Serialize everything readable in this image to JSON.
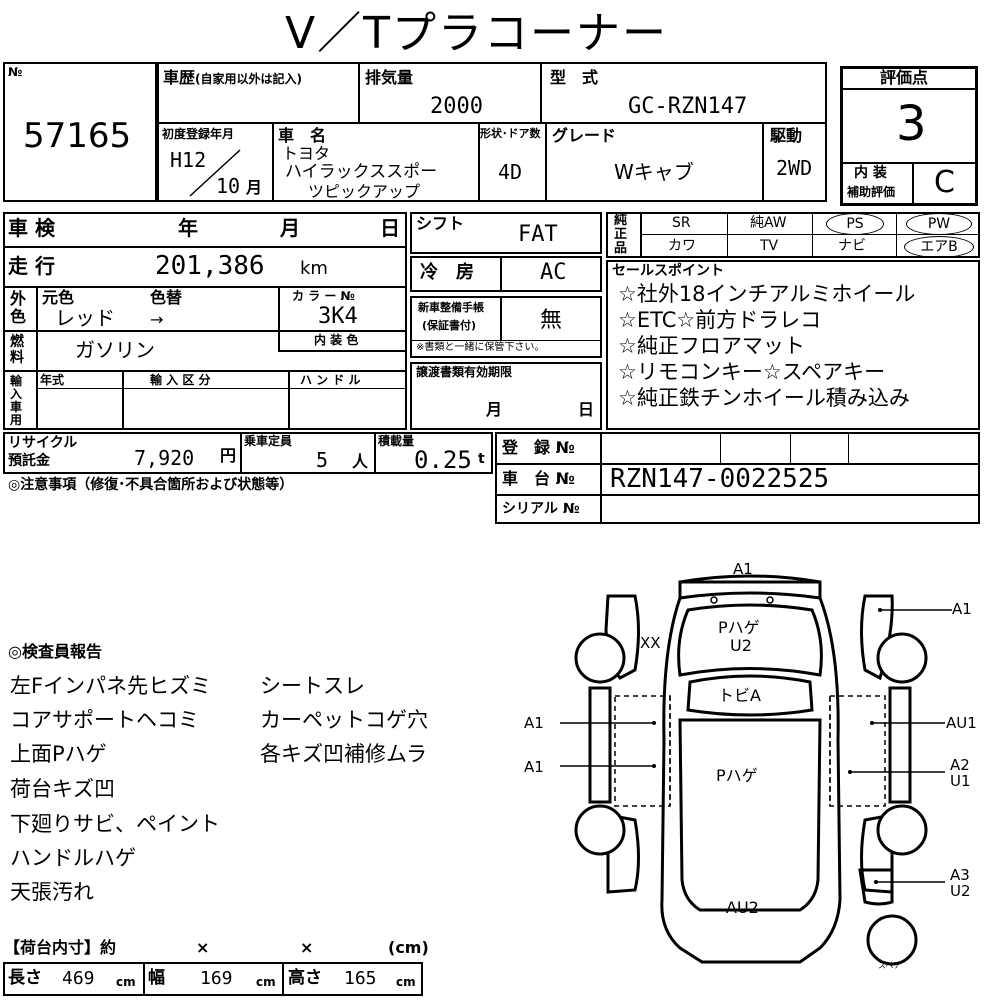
{
  "title": "V／Tプラコーナー",
  "header": {
    "no_label": "№",
    "lot_number": "57165",
    "history_label": "車歴",
    "history_note": "(自家用以外は記入)",
    "displacement_label": "排気量",
    "displacement": "2000",
    "model_label": "型　式",
    "model": "GC-RZN147",
    "first_reg_label": "初度登録年月",
    "first_reg_year": "H12",
    "first_reg_month": "10",
    "month_unit": "月",
    "car_name_label": "車　名",
    "maker": "トヨタ",
    "car_name_1": "ハイラックススポー",
    "car_name_2": "ツピックアップ",
    "body_label": "形状･ドア数",
    "body": "4D",
    "grade_label": "グレード",
    "grade": "Wキャブ",
    "drive_label": "駆動",
    "drive": "2WD"
  },
  "rating": {
    "label": "評価点",
    "score": "3",
    "interior_label_1": "内 装",
    "interior_label_2": "補助評価",
    "interior": "C"
  },
  "specs": {
    "inspection_label": "車 検",
    "year_label": "年",
    "month_label": "月",
    "day_label": "日",
    "mileage_label": "走 行",
    "mileage": "201,386",
    "mileage_unit": "km",
    "exterior_label": "外色",
    "orig_color_label": "元色",
    "repaint_label": "色替",
    "orig_color": "レッド",
    "arrow": "→",
    "color_no_label": "カ ラ ー №",
    "color_no": "3K4",
    "interior_color_label": "内 装 色",
    "fuel_label": "燃料",
    "fuel": "ガソリン",
    "import_label": "輸入車用",
    "import_year_label": "年式",
    "import_type_label": "輸 入 区 分",
    "handle_label": "ハ ン ド ル",
    "shift_label": "シフト",
    "shift": "FAT",
    "ac_label": "冷　房",
    "ac": "AC",
    "warranty_label_1": "新車整備手帳",
    "warranty_label_2": "(保証書付)",
    "warranty": "無",
    "warranty_note": "※書類と一緒に保管下さい。",
    "transfer_label": "譲渡書類有効期限",
    "transfer_month": "月",
    "transfer_day": "日"
  },
  "equipment": {
    "label": "純正品",
    "items_row1": [
      "SR",
      "純AW",
      "PS",
      "PW"
    ],
    "items_row2": [
      "カワ",
      "TV",
      "ナビ",
      "エアB"
    ]
  },
  "sales_points": {
    "label": "セールスポイント",
    "lines": [
      "☆社外18インチアルミホイール",
      "☆ETC☆前方ドラレコ",
      "☆純正フロアマット",
      "☆リモコンキー☆スペアキー",
      "☆純正鉄チンホイール積み込み"
    ]
  },
  "fees": {
    "recycle_label_1": "リサイクル",
    "recycle_label_2": "預託金",
    "recycle": "7,920",
    "yen": "円",
    "capacity_label": "乗車定員",
    "capacity": "5",
    "person": "人",
    "load_label": "積載量",
    "load": "0.25",
    "ton": "t",
    "caution": "◎注意事項（修復･不具合箇所および状態等）"
  },
  "registration": {
    "reg_label": "登　録 №",
    "chassis_label": "車　台 №",
    "chassis": "RZN147-0022525",
    "serial_label": "シリアル №"
  },
  "inspector": {
    "title": "◎検査員報告",
    "col1": [
      "左Fインパネ先ヒズミ",
      "コアサポートヘコミ",
      "上面Pハゲ",
      "荷台キズ凹",
      "下廻りサビ、ペイント",
      "ハンドルハゲ",
      "天張汚れ"
    ],
    "col2": [
      "シートスレ",
      "カーペットコゲ穴",
      "各キズ凹補修ムラ"
    ]
  },
  "cargo": {
    "title": "【荷台内寸】約",
    "x1": "×",
    "x2": "×",
    "unit_paren": "(cm)",
    "length_label": "長さ",
    "length": "469",
    "width_label": "幅",
    "width": "169",
    "height_label": "高さ",
    "height": "165",
    "cm": "cm"
  },
  "diagram": {
    "a1_top": "A1",
    "xx": "XX",
    "hood_1": "Pハゲ",
    "hood_2": "U2",
    "roof": "トビA",
    "bed": "Pハゲ",
    "rear": "AU2",
    "right_front": "A1",
    "left_door_1": "A1",
    "left_door_2": "A1",
    "right_door_1": "AU1",
    "right_door_2a": "A2",
    "right_door_2b": "U1",
    "right_rear_a": "A3",
    "right_rear_b": "U2",
    "spare": "スペア"
  }
}
